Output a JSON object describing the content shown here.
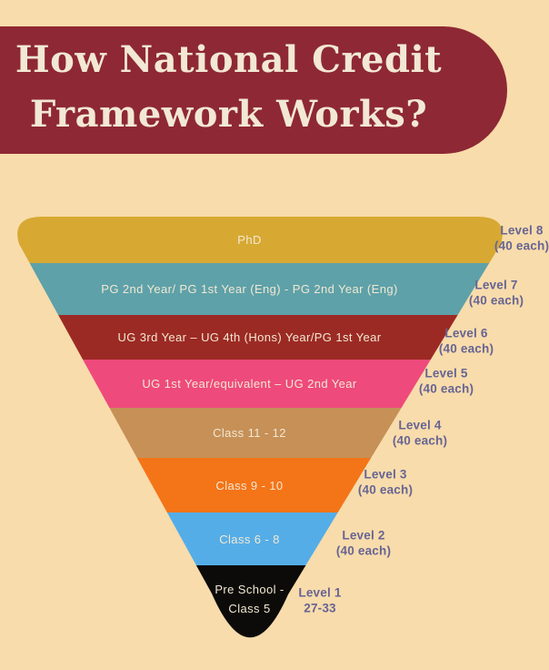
{
  "header": {
    "title_line1": "How National Credit",
    "title_line2": "Framework Works?"
  },
  "funnel": {
    "levels": [
      {
        "label": "PhD",
        "side_label": "Level 8",
        "credits": "(40 each)",
        "color": "#d7a933"
      },
      {
        "label": "PG 2nd Year/ PG 1st Year (Eng) - PG 2nd Year (Eng)",
        "side_label": "Level 7",
        "credits": "(40 each)",
        "color": "#5ea1a9"
      },
      {
        "label": "UG 3rd Year – UG 4th (Hons) Year/PG 1st Year",
        "side_label": "Level 6",
        "credits": "(40 each)",
        "color": "#9c2a24"
      },
      {
        "label": "UG 1st Year/equivalent – UG 2nd Year",
        "side_label": "Level 5",
        "credits": "(40 each)",
        "color": "#ee4a7c"
      },
      {
        "label": "Class 11 - 12",
        "side_label": "Level 4",
        "credits": "(40 each)",
        "color": "#c69057"
      },
      {
        "label": "Class 9 - 10",
        "side_label": "Level 3",
        "credits": "(40 each)",
        "color": "#f47418"
      },
      {
        "label": "Class 6 - 8",
        "side_label": "Level 2",
        "credits": "(40 each)",
        "color": "#55ade8"
      },
      {
        "label": "Pre School -\nClass 5",
        "side_label": "Level 1",
        "credits": "27-33",
        "color": "#0c0b09"
      }
    ]
  },
  "colors": {
    "background": "#f8dcab",
    "banner": "#8e2834",
    "banner_text": "#f2e8d3",
    "band_text": "#f1e8d2",
    "side_label_text": "#676494"
  }
}
